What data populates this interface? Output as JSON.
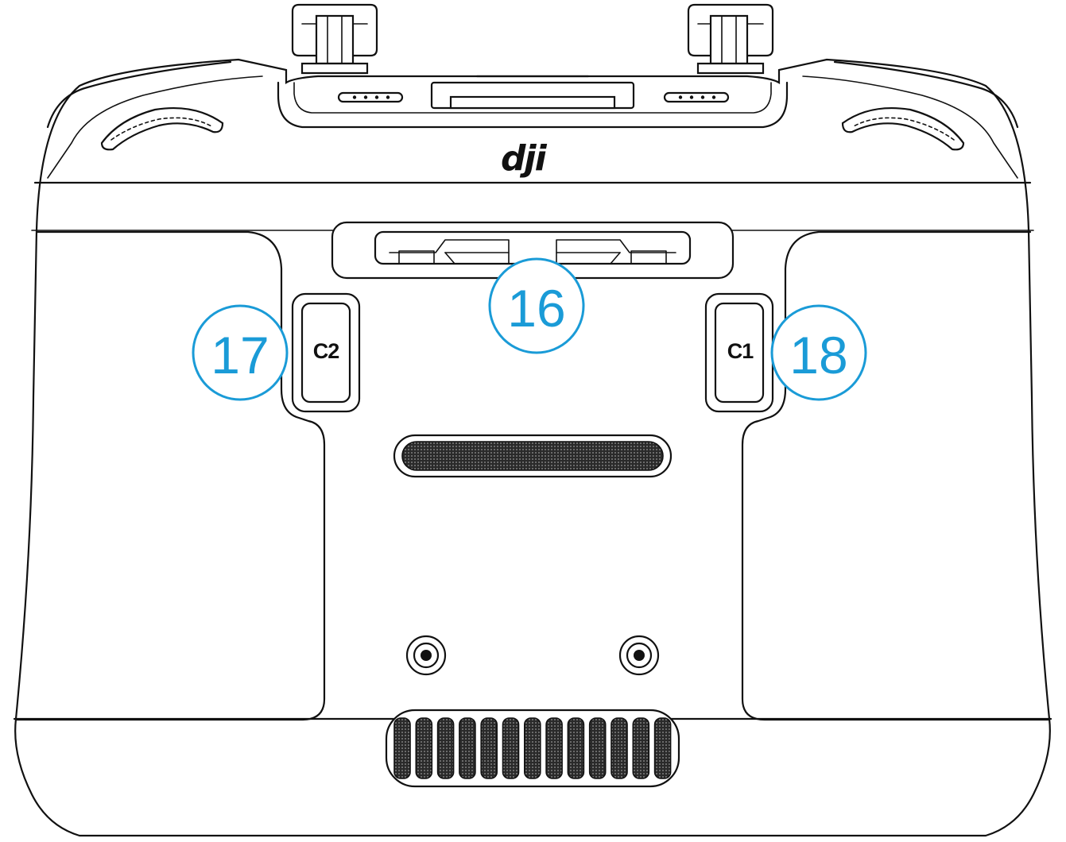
{
  "figure": {
    "logo_text": "dji",
    "buttons": {
      "c2": {
        "label": "C2"
      },
      "c1": {
        "label": "C1"
      }
    },
    "callouts": {
      "sticks_storage": "16",
      "c2_button": "17",
      "c1_button": "18"
    },
    "colors": {
      "callout": "#1a9bd7",
      "line": "#111111",
      "background": "#ffffff"
    }
  }
}
